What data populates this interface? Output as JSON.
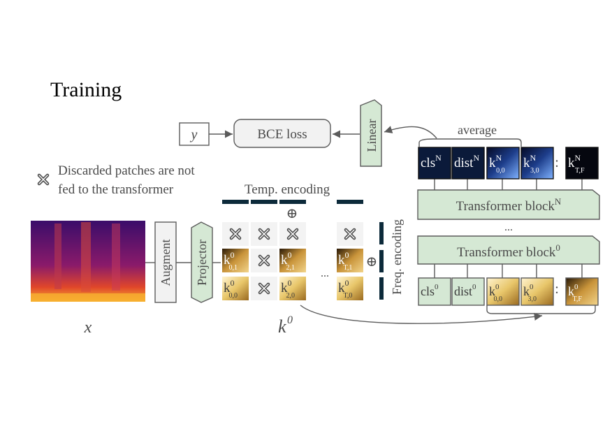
{
  "title": "Training",
  "labels": {
    "y": "y",
    "bce_loss": "BCE loss",
    "linear": "Linear",
    "average": "average",
    "legend_line1": "Discarded patches are not",
    "legend_line2": "fed to the transformer",
    "temp_encoding": "Temp. encoding",
    "freq_encoding": "Freq. encoding",
    "augment": "Augment",
    "projector": "Projector",
    "x": "x",
    "k0_base": "k",
    "k0_sup": "0",
    "transformer_N_base": "Transformer block",
    "transformer_N_sup": "N",
    "transformer_0_base": "Transformer block",
    "transformer_0_sup": "0",
    "vdots": "...",
    "hdots": "...",
    "colon": ":",
    "oplus": "⊕"
  },
  "top_tokens": [
    {
      "base": "cls",
      "sup": "N",
      "sub": ""
    },
    {
      "base": "dist",
      "sup": "N",
      "sub": ""
    },
    {
      "base": "k",
      "sup": "N",
      "sub": "0,0"
    },
    {
      "base": "k",
      "sup": "N",
      "sub": "3,0"
    },
    {
      "base": "k",
      "sup": "N",
      "sub": "T,F"
    }
  ],
  "bottom_tokens": [
    {
      "base": "cls",
      "sup": "0",
      "sub": ""
    },
    {
      "base": "dist",
      "sup": "0",
      "sub": ""
    },
    {
      "base": "k",
      "sup": "0",
      "sub": "0,0"
    },
    {
      "base": "k",
      "sup": "0",
      "sub": "3,0"
    },
    {
      "base": "k",
      "sup": "0",
      "sub": "T,F"
    }
  ],
  "patch_labels": {
    "r1c0": {
      "base": "k",
      "sup": "0",
      "sub": "0,1"
    },
    "r1c2": {
      "base": "k",
      "sup": "0",
      "sub": "2,1"
    },
    "r1c3": {
      "base": "k",
      "sup": "0",
      "sub": "T,1"
    },
    "r2c0": {
      "base": "k",
      "sup": "0",
      "sub": "0,0"
    },
    "r2c2": {
      "base": "k",
      "sup": "0",
      "sub": "2,0"
    },
    "r2c3": {
      "base": "k",
      "sup": "0",
      "sub": "T,0"
    }
  },
  "colors": {
    "green_fill": "#d5e8d4",
    "grey_fill": "#f2f2f2",
    "line": "#5b5b5b",
    "text": "#4a4a4a",
    "spectrogram_dark": "#1b0a4a",
    "spectrogram_bright": "#f2a32a"
  },
  "icons": [
    "discard-icon",
    "oplus-icon"
  ]
}
